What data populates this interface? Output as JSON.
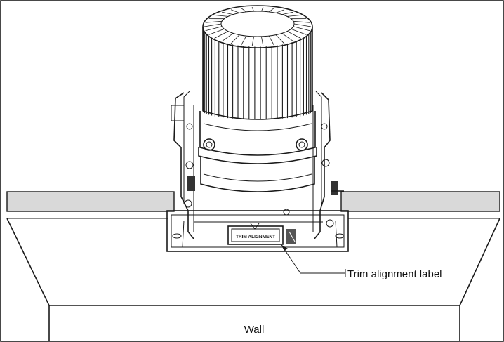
{
  "diagram": {
    "labels": {
      "callout": "Trim alignment label",
      "wall": "Wall",
      "plate_text": "TRIM ALIGNMENT"
    },
    "colors": {
      "ceiling_board": "#d9d9d9",
      "line": "#1a1a1a",
      "background": "#ffffff"
    },
    "heat_sink_fin_count": 30
  }
}
